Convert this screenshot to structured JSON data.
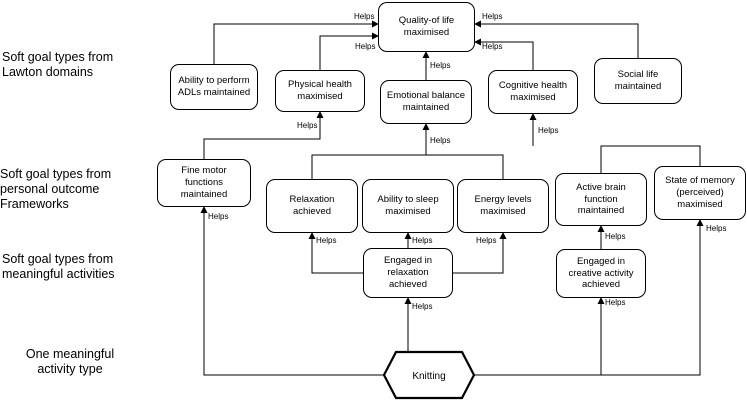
{
  "row_labels": {
    "lawton": "Soft goal types from\nLawton domains",
    "personal": "Soft goal types from\npersonal outcome\nFrameworks",
    "meaningful": "Soft goal types from\nmeaningful activities",
    "activity": "One meaningful\nactivity type"
  },
  "nodes": {
    "quality": "Quality-of life\nmaximised",
    "adl": "Ability to perform\nADLs maintained",
    "physical": "Physical health\nmaximised",
    "emotional": "Emotional balance\nmaintained",
    "cognitive": "Cognitive health\nmaximised",
    "social": "Social life\nmaintained",
    "fine_motor": "Fine motor\nfunctions\nmaintained",
    "relaxation": "Relaxation\nachieved",
    "sleep": "Ability to sleep\nmaximised",
    "energy": "Energy levels\nmaximised",
    "active_brain": "Active brain\nfunction\nmaintained",
    "memory": "State of memory\n(perceived)\nmaximised",
    "engaged_relax": "Engaged in\nrelaxation\nachieved",
    "engaged_creative": "Engaged in\ncreative activity\nachieved",
    "knitting": "Knitting"
  },
  "edge_label": "Helps"
}
